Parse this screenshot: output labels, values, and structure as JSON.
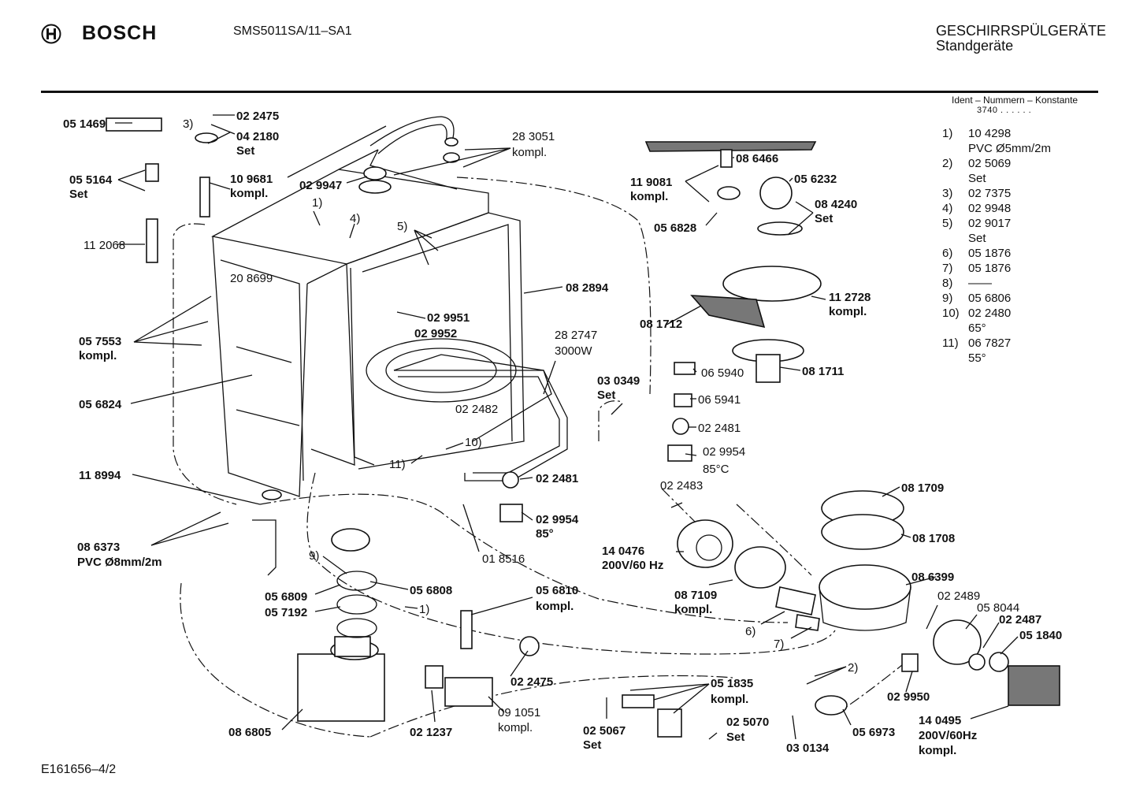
{
  "header": {
    "brand": "BOSCH",
    "model": "SMS5011SA/11–SA1",
    "category_line1": "GESCHIRRSPÜLGERÄTE",
    "category_line2": "Standgeräte"
  },
  "legend": {
    "heading": "Ident – Nummern – Konstante",
    "subheading": "3740 . . . . . .",
    "items": [
      {
        "num": "1)",
        "lines": [
          "10 4298",
          "PVC Ø5mm/2m"
        ]
      },
      {
        "num": "2)",
        "lines": [
          "02 5069",
          "Set"
        ]
      },
      {
        "num": "3)",
        "lines": [
          "02 7375"
        ]
      },
      {
        "num": "4)",
        "lines": [
          "02 9948"
        ]
      },
      {
        "num": "5)",
        "lines": [
          "02 9017",
          "Set"
        ]
      },
      {
        "num": "6)",
        "lines": [
          "05 1876"
        ]
      },
      {
        "num": "7)",
        "lines": [
          "05 1876"
        ]
      },
      {
        "num": "8)",
        "lines": [
          "——"
        ]
      },
      {
        "num": "9)",
        "lines": [
          "05 6806"
        ]
      },
      {
        "num": "10)",
        "lines": [
          "02 2480",
          "65°"
        ]
      },
      {
        "num": "11)",
        "lines": [
          "06 7827",
          "55°"
        ]
      }
    ]
  },
  "callouts": {
    "c051469": "05 1469",
    "c3": "3)",
    "c022475a": "02 2475",
    "c042180": "04 2180",
    "c042180s": "Set",
    "c055164": "05 5164",
    "c055164s": "Set",
    "c109681": "10 9681",
    "c109681k": "kompl.",
    "c112068": "11 2068",
    "c029947": "02 9947",
    "c1a": "1)",
    "c4": "4)",
    "c283051": "28 3051",
    "c283051k": "kompl.",
    "c5": "5)",
    "c208699": "20 8699",
    "c057553": "05 7553",
    "c057553k": "kompl.",
    "c056824": "05 6824",
    "c029951": "02 9951",
    "c029952": "02 9952",
    "c082894": "08 2894",
    "c282747": "28 2747",
    "c282747w": "3000W",
    "c022482": "02 2482",
    "c10": "10)",
    "c11": "11)",
    "c118994": "11 8994",
    "c022481a": "02 2481",
    "c029954a": "02 9954",
    "c029954a85": "85°",
    "c018516": "01 8516",
    "c086373": "08 6373",
    "c086373p": "PVC Ø8mm/2m",
    "c9": "9)",
    "c056809": "05 6809",
    "c057192": "05 7192",
    "c056808": "05 6808",
    "c056810": "05 6810",
    "c056810k": "kompl.",
    "c1b": "1)",
    "c022475b": "02 2475",
    "c086805": "08 6805",
    "c021237": "02 1237",
    "c091051": "09 1051",
    "c091051k": "kompl.",
    "c025067": "02 5067",
    "c025067s": "Set",
    "c051835": "05 1835",
    "c051835k": "kompl.",
    "c025070": "02 5070",
    "c025070s": "Set",
    "c030134": "03 0134",
    "c056973": "05 6973",
    "c2": "2)",
    "c029950": "02 9950",
    "c140495": "14 0495",
    "c140495v": "200V/60Hz",
    "c140495k": "kompl.",
    "c051840": "05 1840",
    "c022487": "02 2487",
    "c058044": "05 8044",
    "c022489": "02 2489",
    "c086399": "08 6399",
    "c081708": "08 1708",
    "c081709": "08 1709",
    "c7": "7)",
    "c6": "6)",
    "c087109": "08 7109",
    "c087109k": "kompl.",
    "c140476": "14 0476",
    "c140476v": "200V/60 Hz",
    "c022483": "02 2483",
    "c029954b": "02 9954",
    "c029954b85": "85°C",
    "c022481b": "02 2481",
    "c065941": "06 5941",
    "c065940": "06 5940",
    "c030349": "03 0349",
    "c030349s": "Set",
    "c081711": "08 1711",
    "c081712": "08 1712",
    "c112728": "11 2728",
    "c112728k": "kompl.",
    "c119081": "11 9081",
    "c119081k": "kompl.",
    "c086466": "08 6466",
    "c056232": "05 6232",
    "c084240": "08 4240",
    "c084240s": "Set",
    "c056828": "05 6828"
  },
  "footer": {
    "code": "E161656–4/2"
  }
}
